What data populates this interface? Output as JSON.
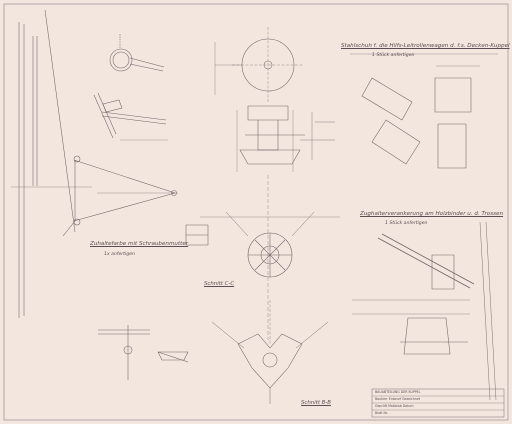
{
  "labels": {
    "title_right_line1": "Stahlschuh f. die Hilfs-Leitrollenwagen d. f.s. Decken-Kuppel",
    "title_right_line2": "1 Stück anfertigen",
    "title_left_line1": "Zuhaltefarbe mit Schraubenmutter",
    "title_left_line2": "1x anfertigen",
    "title_mid_right_line1": "Zughalterverankerung am Holzbinder u. d. Trossen",
    "title_mid_right_line2": "1 Stück anfertigen",
    "section_cc": "Schnitt C-C",
    "section_bb": "Schnitt B-B"
  },
  "title_block": {
    "line1": "BAUABTEILUNG DER KUPPEL",
    "line2": "Bauherr  Entwurf  Gezeichnet",
    "line3": "Geprüft  Maßstab  Datum",
    "line4": "Blatt Nr."
  },
  "colors": {
    "paper": "#f3e6df",
    "line": "#6e6467",
    "text": "#5a4e52"
  }
}
